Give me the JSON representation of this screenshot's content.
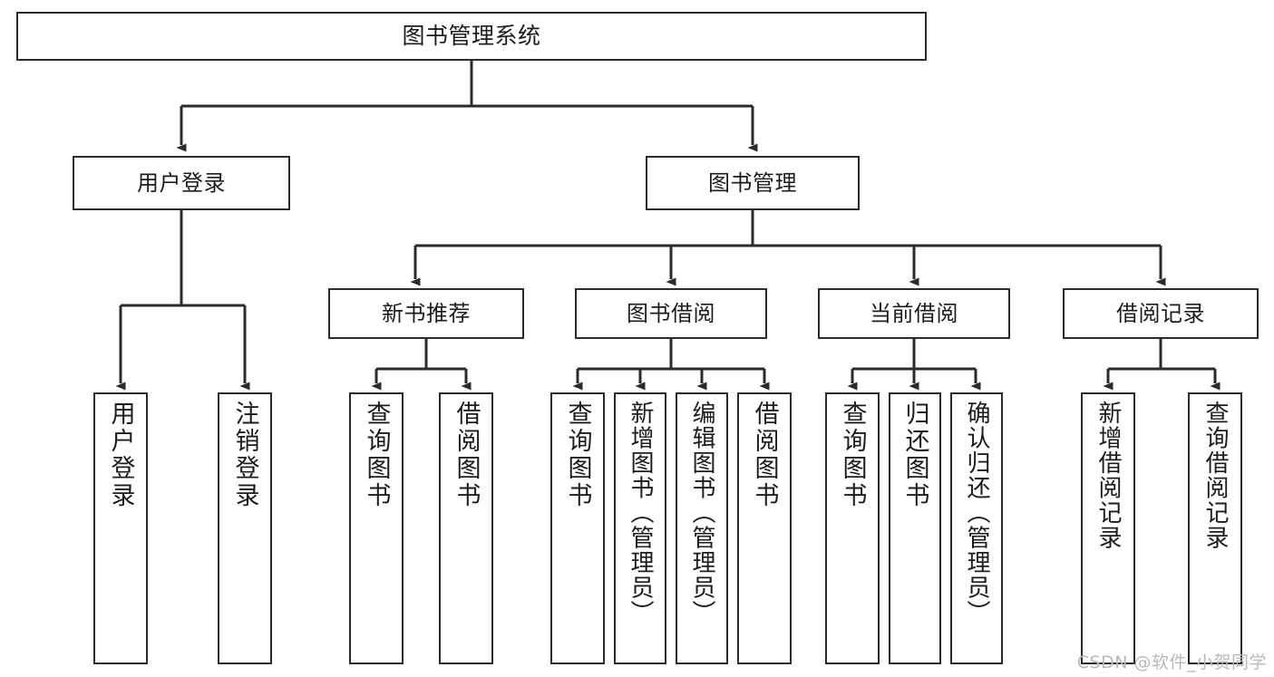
{
  "diagram": {
    "title": "图书管理系统",
    "type": "tree",
    "root": {
      "id": "root",
      "label": "图书管理系统"
    },
    "level2": [
      {
        "id": "user-login",
        "label": "用户登录"
      },
      {
        "id": "book-manage",
        "label": "图书管理"
      }
    ],
    "level3": [
      {
        "id": "new-book-rec",
        "label": "新书推荐",
        "parent": "book-manage"
      },
      {
        "id": "book-borrow",
        "label": "图书借阅",
        "parent": "book-manage"
      },
      {
        "id": "current-borrow",
        "label": "当前借阅",
        "parent": "book-manage"
      },
      {
        "id": "borrow-record",
        "label": "借阅记录",
        "parent": "book-manage"
      }
    ],
    "leaves": {
      "user-login": [
        {
          "id": "leaf-user-login",
          "label": "用户登录"
        },
        {
          "id": "leaf-user-logout",
          "label": "注销登录"
        }
      ],
      "new-book-rec": [
        {
          "id": "leaf-query-book-1",
          "label": "查询图书"
        },
        {
          "id": "leaf-borrow-book-1",
          "label": "借阅图书"
        }
      ],
      "book-borrow": [
        {
          "id": "leaf-query-book-2",
          "label": "查询图书"
        },
        {
          "id": "leaf-add-book",
          "label": "新增图书（管理员）"
        },
        {
          "id": "leaf-edit-book",
          "label": "编辑图书（管理员）"
        },
        {
          "id": "leaf-borrow-book-2",
          "label": "借阅图书"
        }
      ],
      "current-borrow": [
        {
          "id": "leaf-query-book-3",
          "label": "查询图书"
        },
        {
          "id": "leaf-return-book",
          "label": "归还图书"
        },
        {
          "id": "leaf-confirm-return",
          "label": "确认归还（管理员）"
        }
      ],
      "borrow-record": [
        {
          "id": "leaf-add-record",
          "label": "新增借阅记录"
        },
        {
          "id": "leaf-query-record",
          "label": "查询借阅记录"
        }
      ]
    }
  },
  "watermark": {
    "text": "CSDN @软件_小贺同学"
  },
  "colors": {
    "background": "#ffffff",
    "box_border": "#2b2b2b",
    "box_fill": "#ffffff",
    "text": "#1c1c1c",
    "edge": "#2b2b2b",
    "watermark": "#b9b9b9"
  }
}
